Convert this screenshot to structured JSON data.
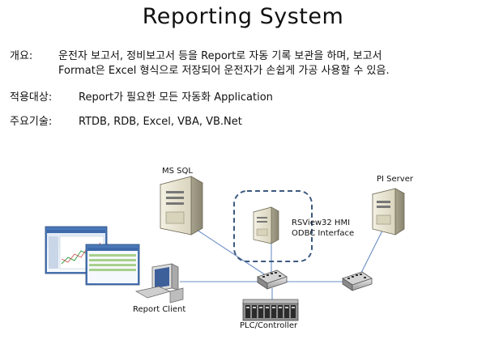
{
  "title": "Reporting System",
  "overview": {
    "label": "개요:",
    "line1": "운전자 보고서, 정비보고서 등을 Report로 자동 기록 보관을 하며, 보고서",
    "line2": "Format은 Excel 형식으로 저장되어 운전자가 손쉽게 가공 사용할 수 있음."
  },
  "target": {
    "label": "적용대상:",
    "value": "Report가 필요한 모든 자동화 Application"
  },
  "tech": {
    "label": "주요기술:",
    "value": "RTDB, RDB,  Excel, VBA, VB.Net"
  },
  "nodes": {
    "ms_sql": "MS SQL",
    "pi_server": "PI Server",
    "rsview_line1": "RSView32 HMI",
    "rsview_line2": "ODBC Interface",
    "report_client": "Report Client",
    "plc": "PLC/Controller"
  },
  "colors": {
    "link": "#6a8fc4",
    "dashed_box": "#3d5a80"
  }
}
